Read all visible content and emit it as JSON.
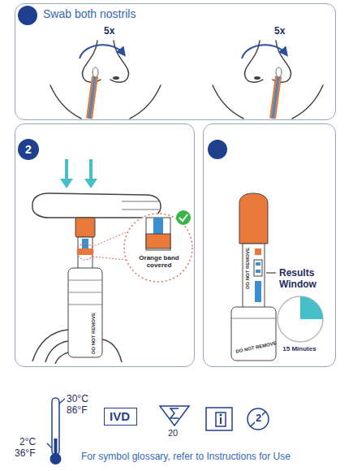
{
  "diagram": {
    "nodes": [
      {
        "text": [
          "Swab both nostrils"
        ]
      },
      {
        "text": [
          "Orange band covered"
        ]
      },
      {
        "text": [
          "2"
        ],
        "in": 1
      },
      {
        "text": [
          "Results Window",
          "15 Minutes"
        ]
      },
      {
        "text": [
          "IVD"
        ]
      }
    ],
    "labels": [
      "5x",
      "5x",
      "DO NOT REMOVE",
      "DO NOT REMOVE",
      "DO NOT REMOVE",
      "30°C",
      "86°F",
      "2°C",
      "36°F",
      "20",
      "2",
      "For symbol glossary, refer to Instructions for Use"
    ]
  }
}
